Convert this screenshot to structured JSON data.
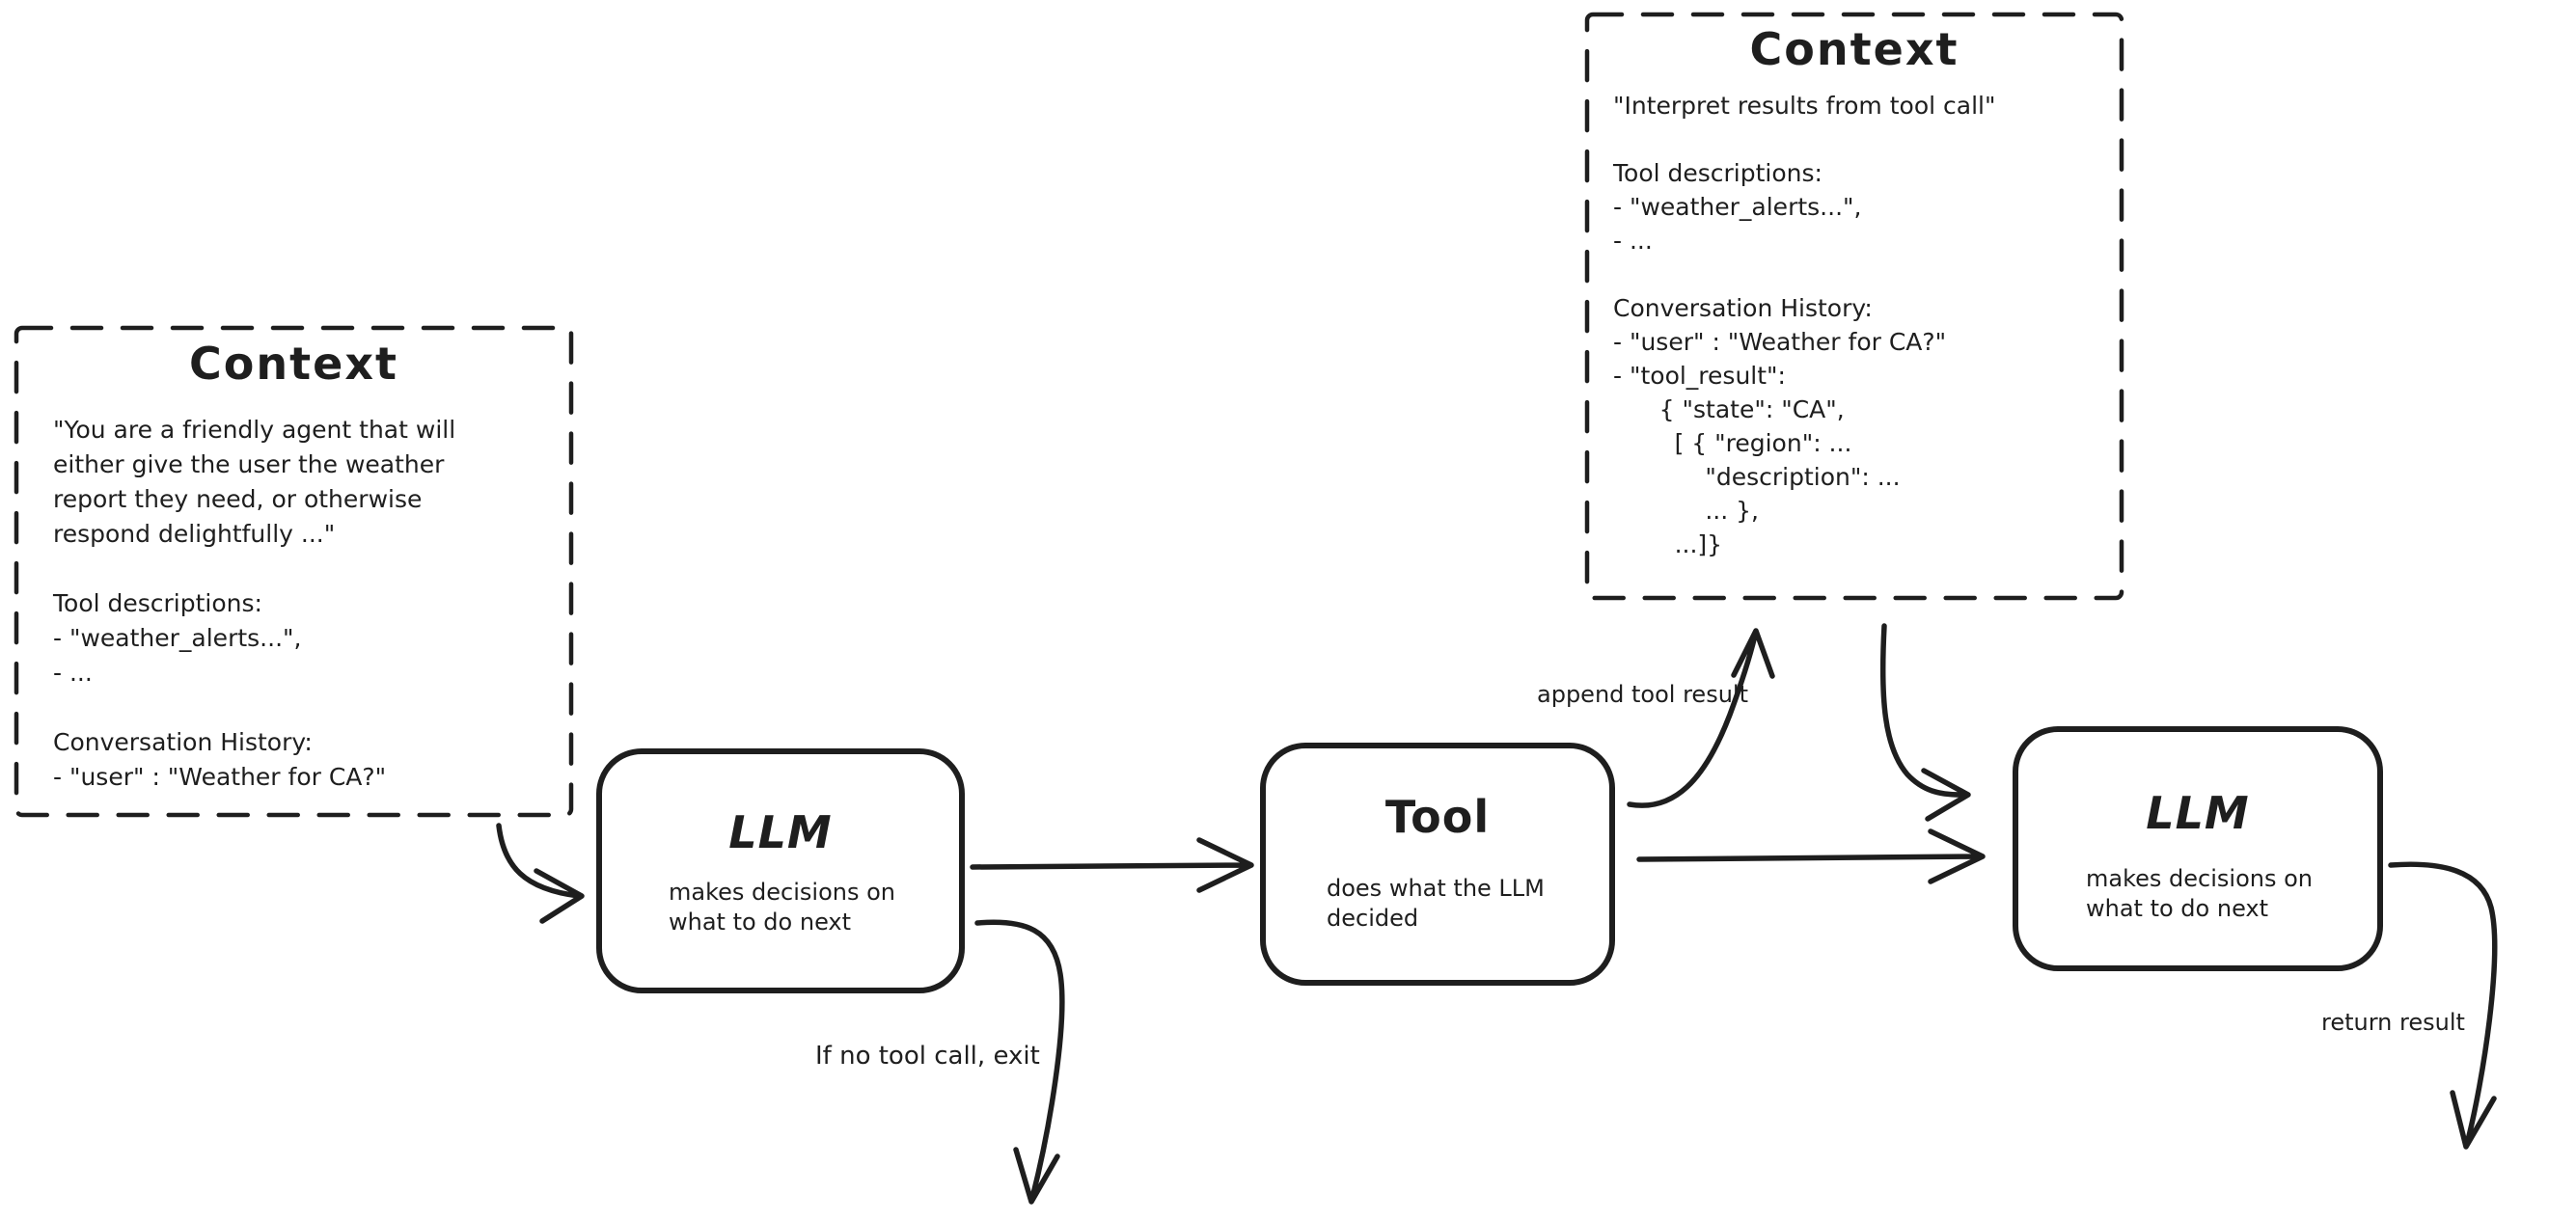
{
  "colors": {
    "ink": "#1e1e1e",
    "background": "#ffffff"
  },
  "context_left": {
    "title": "Context",
    "body": [
      "\"You are a friendly agent that will",
      "either give the user the weather",
      "report they need, or otherwise",
      "respond delightfully ...\"",
      "",
      "Tool descriptions:",
      "- \"weather_alerts...\",",
      "- ...",
      "",
      "Conversation History:",
      "- \"user\" : \"Weather for CA?\""
    ]
  },
  "context_top": {
    "title": "Context",
    "body": [
      "\"Interpret results from tool call\"",
      "",
      "Tool descriptions:",
      "- \"weather_alerts...\",",
      "- ...",
      "",
      "Conversation History:",
      "- \"user\" : \"Weather for CA?\"",
      "- \"tool_result\":",
      "      { \"state\": \"CA\",",
      "        [ { \"region\": ...",
      "            \"description\": ...",
      "            ... },",
      "        ...]}"
    ]
  },
  "nodes": {
    "llm_1": {
      "title": "LLM",
      "subtitle": [
        "makes decisions on",
        "what to do next"
      ]
    },
    "tool": {
      "title": "Tool",
      "subtitle": [
        "does what the LLM",
        "decided"
      ]
    },
    "llm_2": {
      "title": "LLM",
      "subtitle": [
        "makes decisions on",
        "what to do next"
      ]
    }
  },
  "labels": {
    "append_tool_result": "append tool result",
    "if_no_tool_exit": "If no tool call, exit",
    "return_result": "return result"
  }
}
